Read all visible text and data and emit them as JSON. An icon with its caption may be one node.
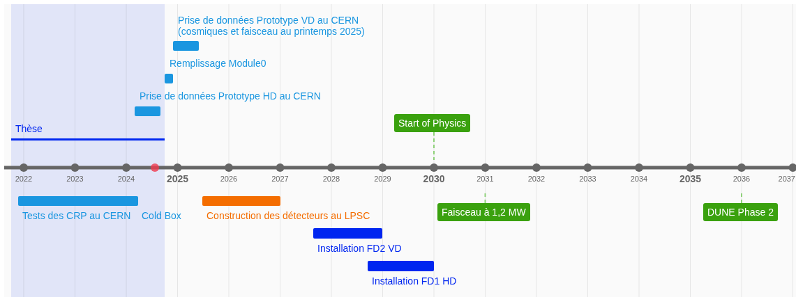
{
  "diagram": {
    "nodes": [
      {
        "text": [],
        "shape": "bar",
        "beside": [
          "Tests des CRP au CERN"
        ]
      },
      {
        "text": [],
        "shape": "bar",
        "beside": [
          "Construction des détecteurs au LPSC"
        ]
      },
      {
        "text": [],
        "shape": "bar",
        "beside": [
          "Installation FD2 VD"
        ]
      },
      {
        "text": [],
        "shape": "bar",
        "beside": [
          "Installation FD1 HD"
        ]
      },
      {
        "text": [],
        "shape": "bar",
        "beside": [
          "Prise de données Prototype HD au CERN"
        ]
      },
      {
        "text": [],
        "shape": "bar",
        "beside": [
          "Remplissage Module0"
        ]
      },
      {
        "text": [],
        "shape": "bar",
        "beside": [
          "Prise de données Prototype VD au CERN (cosmiques et faisceau au printemps 2025)"
        ]
      },
      {
        "text": [],
        "shape": "line",
        "beside": [
          "Thèse"
        ]
      },
      {
        "text": [
          "Start of Physics"
        ]
      },
      {
        "text": [
          "Faisceau à 1,2 MW"
        ]
      },
      {
        "text": [
          "DUNE Phase 2"
        ]
      }
    ],
    "edges": [
      {
        "from": 8,
        "to": null,
        "arrow": "none",
        "style": "dashed"
      },
      {
        "from": 9,
        "to": null,
        "arrow": "none",
        "style": "dashed"
      },
      {
        "from": 10,
        "to": null,
        "arrow": "none",
        "style": "dashed"
      }
    ],
    "labels": [
      "2022",
      "2023",
      "2024",
      "2025",
      "2026",
      "2027",
      "2028",
      "2029",
      "2030",
      "2031",
      "2032",
      "2033",
      "2034",
      "2035",
      "2036",
      "2037",
      "Cold Box"
    ]
  }
}
